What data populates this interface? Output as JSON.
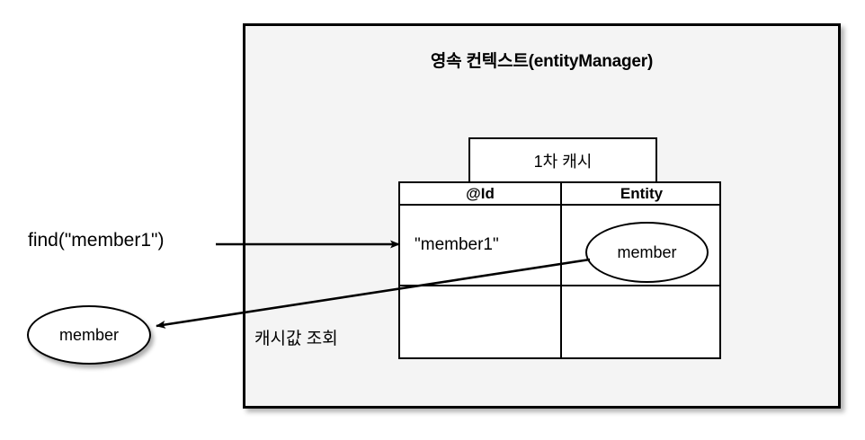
{
  "diagram": {
    "title": "영속 컨텍스트(entityManager)",
    "background_color": "#ffffff",
    "context_fill_color": "#f4f4f4",
    "stroke_color": "#000000"
  },
  "context_box": {
    "title": "영속 컨텍스트(entityManager)"
  },
  "cache": {
    "tab_label": "1차 캐시",
    "columns": [
      "@Id",
      "Entity"
    ],
    "rows": [
      {
        "id": "\"member1\"",
        "entity": "member"
      },
      {
        "id": "",
        "entity": ""
      }
    ]
  },
  "labels": {
    "find_call": "find(\"member1\")",
    "cache_read": "캐시값 조회",
    "returned_entity": "member"
  },
  "arrows": {
    "find_arrow_name": "find-request-arrow",
    "cache_read_arrow_name": "cache-read-arrow"
  }
}
